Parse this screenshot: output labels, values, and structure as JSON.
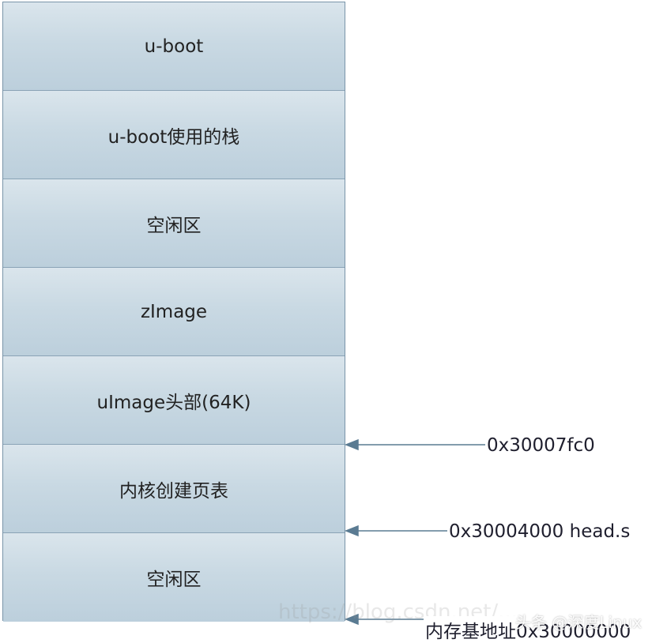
{
  "blocks": [
    {
      "label": "u-boot"
    },
    {
      "label": "u-boot使用的栈"
    },
    {
      "label": "空闲区"
    },
    {
      "label": "zImage"
    },
    {
      "label": "uImage头部(64K)"
    },
    {
      "label": "内核创建页表"
    },
    {
      "label": "空闲区"
    }
  ],
  "addresses": {
    "kernel_entry": "0x30007fc0",
    "page_table": "0x30004000 head.s",
    "base": "内存基地址0x30000000"
  },
  "watermark": {
    "url": "https://blog.csdn.net/...",
    "brand": "头条 @深度Linux"
  },
  "colors": {
    "block_fill": "#c9d9e3",
    "block_border": "#8aa3b6",
    "arrow": "#5a7b92"
  }
}
